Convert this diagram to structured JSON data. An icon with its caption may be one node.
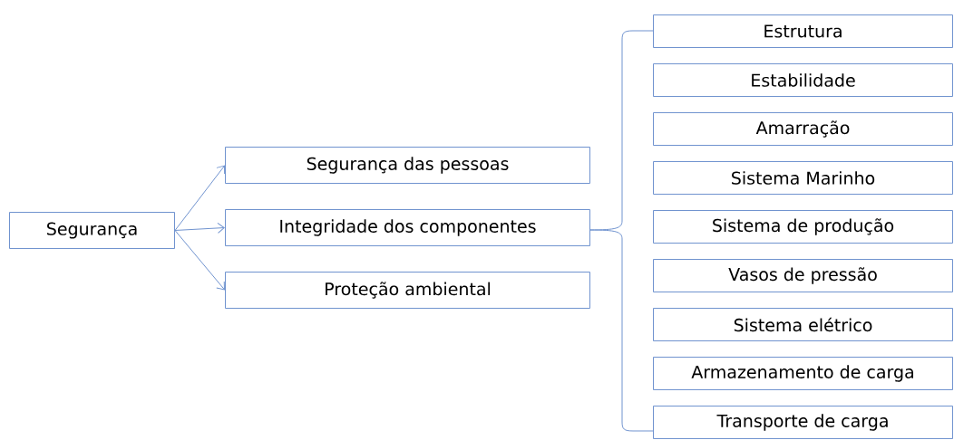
{
  "diagram": {
    "nodes": [
      {
        "text": [
          "Segurança"
        ]
      },
      {
        "text": [
          "Segurança das pessoas"
        ]
      },
      {
        "text": [
          "Integridade dos componentes"
        ]
      },
      {
        "text": [
          "Proteção ambiental"
        ]
      },
      {
        "text": [
          "Estrutura"
        ]
      },
      {
        "text": [
          "Estabilidade"
        ]
      },
      {
        "text": [
          "Amarração"
        ]
      },
      {
        "text": [
          "Sistema Marinho"
        ]
      },
      {
        "text": [
          "Sistema de produção"
        ]
      },
      {
        "text": [
          "Vasos de pressão"
        ]
      },
      {
        "text": [
          "Sistema elétrico"
        ]
      },
      {
        "text": [
          "Armazenamento de carga"
        ]
      },
      {
        "text": [
          "Transporte de carga"
        ]
      }
    ],
    "edges": [
      {
        "from": 0,
        "to": 1,
        "arrow": "to"
      },
      {
        "from": 0,
        "to": 2,
        "arrow": "to"
      },
      {
        "from": 0,
        "to": 3,
        "arrow": "to"
      }
    ]
  }
}
